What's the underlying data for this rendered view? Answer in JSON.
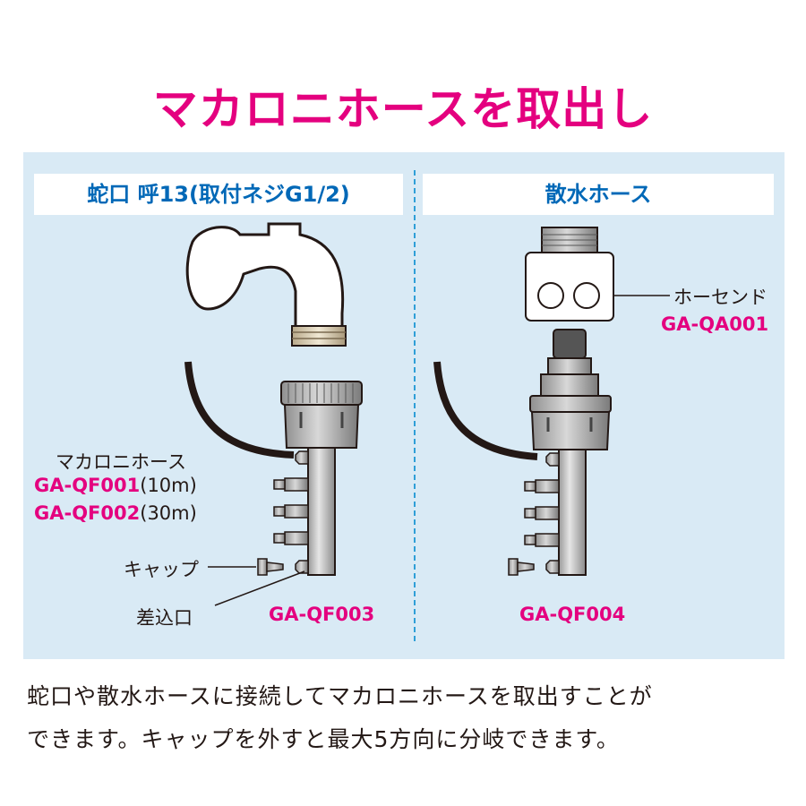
{
  "title": "マカロニホースを取出し",
  "colors": {
    "accent": "#e4007f",
    "section_blue": "#0068b7",
    "panel": "#d9eaf5",
    "divider": "#2f9fd7"
  },
  "left": {
    "heading": "蛇口 呼13(取付ネジG1/2)",
    "hose_label": "マカロニホース",
    "hose_code_1": "GA-QF001",
    "hose_len_1": "(10m)",
    "hose_code_2": "GA-QF002",
    "hose_len_2": "(30m)",
    "cap_label": "キャップ",
    "inlet_label": "差込口",
    "product_code": "GA-QF003"
  },
  "right": {
    "heading": "散水ホース",
    "hose_end_label": "ホーセンド",
    "hose_end_code": "GA-QA001",
    "product_code": "GA-QF004"
  },
  "description": {
    "line1": "蛇口や散水ホースに接続してマカロニホースを取出すことが",
    "line2": "できます。キャップを外すと最大5方向に分岐できます。"
  }
}
